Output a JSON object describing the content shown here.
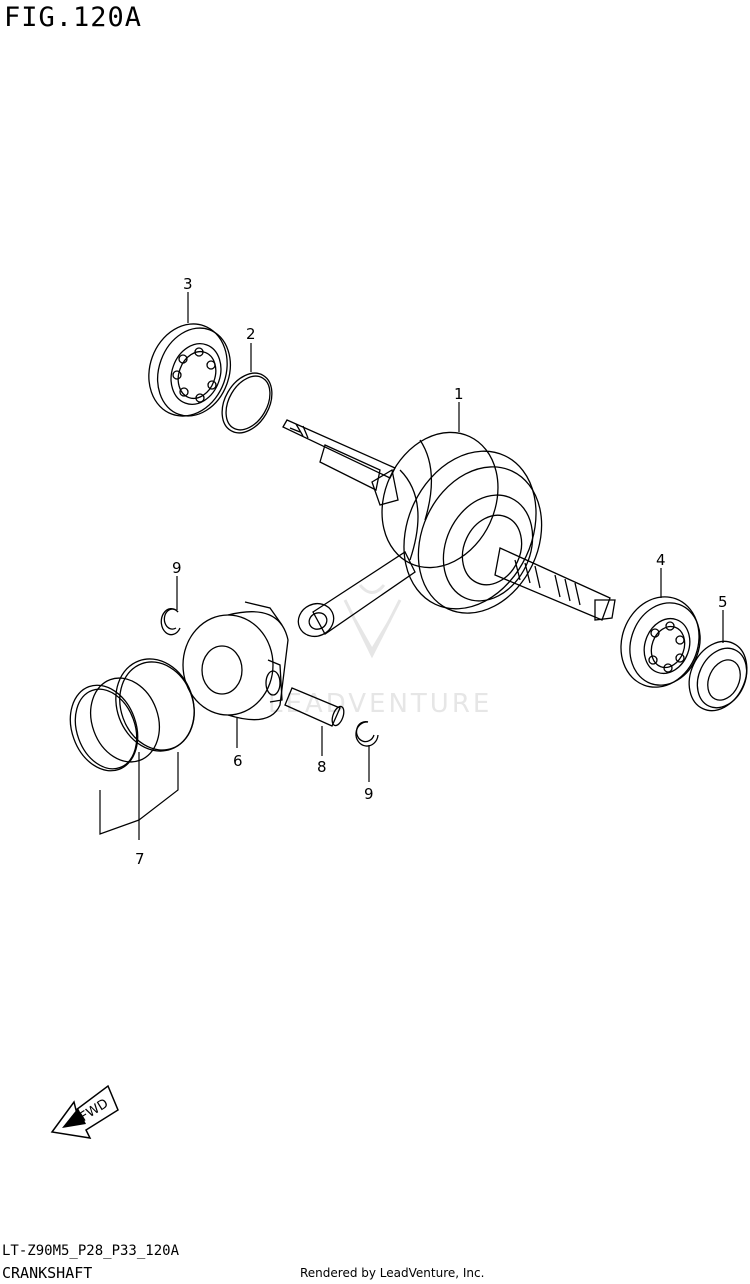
{
  "header": {
    "figure_label": "FIG.120A"
  },
  "callouts": [
    {
      "num": "1",
      "part": "crankshaft-assembly"
    },
    {
      "num": "2",
      "part": "shim-ring"
    },
    {
      "num": "3",
      "part": "bearing-left"
    },
    {
      "num": "4",
      "part": "bearing-right"
    },
    {
      "num": "5",
      "part": "oil-seal"
    },
    {
      "num": "6",
      "part": "piston"
    },
    {
      "num": "7",
      "part": "piston-ring-set"
    },
    {
      "num": "8",
      "part": "piston-pin"
    },
    {
      "num": "9",
      "part": "circlip-upper"
    },
    {
      "num": "9",
      "part": "circlip-lower"
    }
  ],
  "watermark": {
    "text": "LEADVENTURE"
  },
  "fwd_arrow": {
    "label": "FWD"
  },
  "footer": {
    "model_code": "LT-Z90M5_P28_P33_120A",
    "section_name": "CRANKSHAFT",
    "credit": "Rendered by LeadVenture, Inc."
  },
  "colors": {
    "line": "#000000",
    "background": "#ffffff",
    "watermark": "#e6e6e6"
  }
}
